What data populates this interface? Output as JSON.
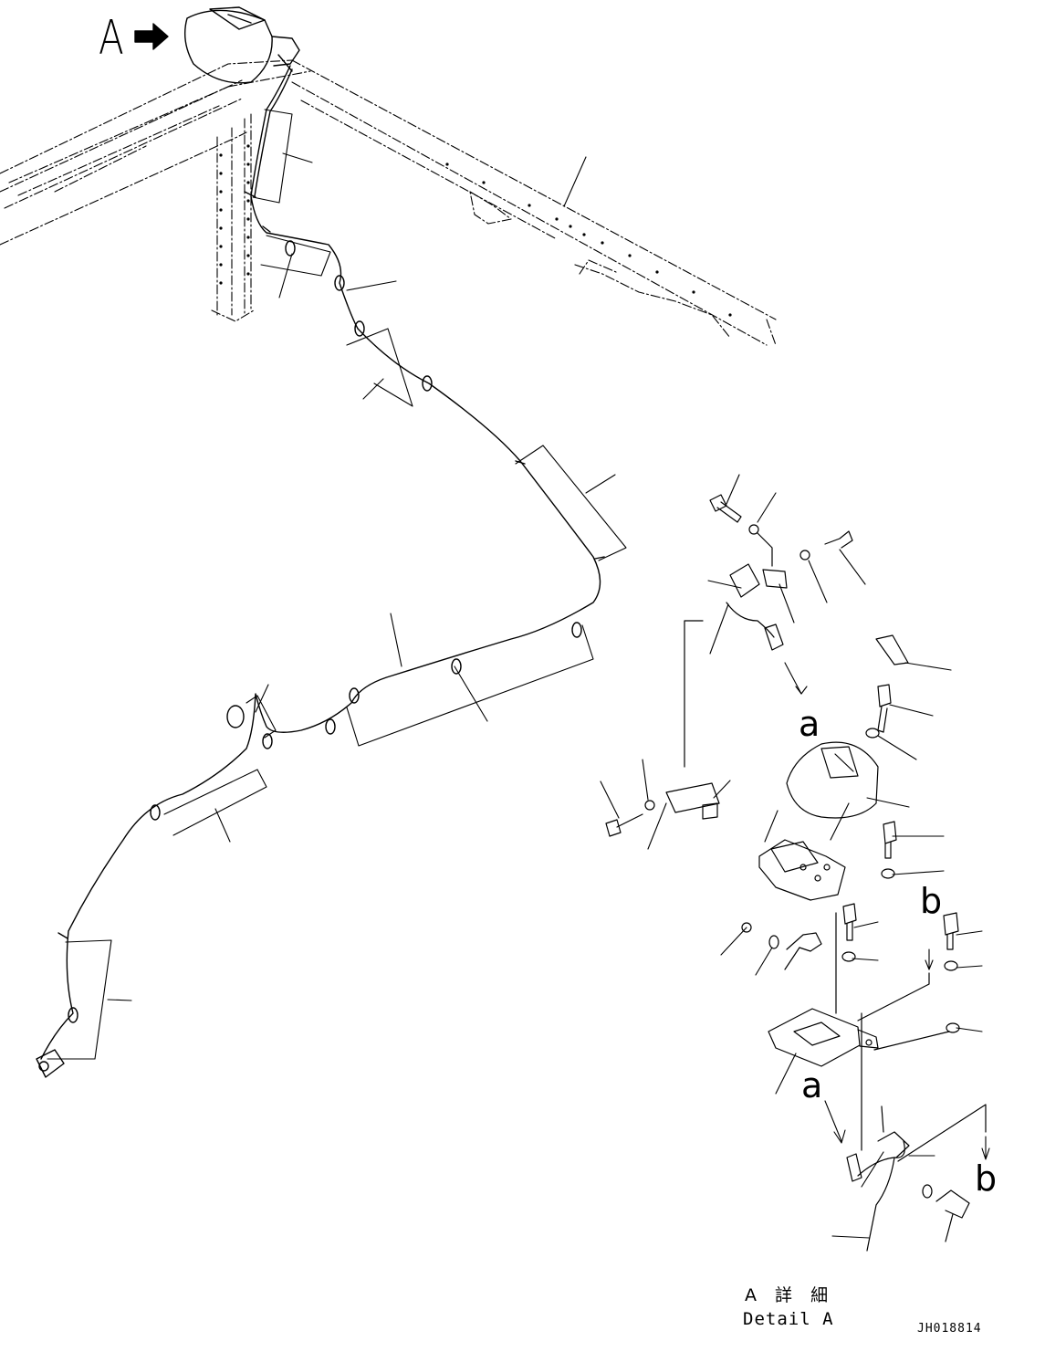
{
  "view_labels": {
    "detail_arrow_label": "A",
    "connector_ref_top": "a",
    "connector_ref_bottom": "a",
    "bolt_ref_top": "b",
    "bolt_ref_bottom": "b"
  },
  "caption": {
    "japanese": "A 詳 細",
    "english": "Detail A"
  },
  "drawing_id": "JH018814",
  "colors": {
    "line": "#000000",
    "background": "#ffffff"
  }
}
